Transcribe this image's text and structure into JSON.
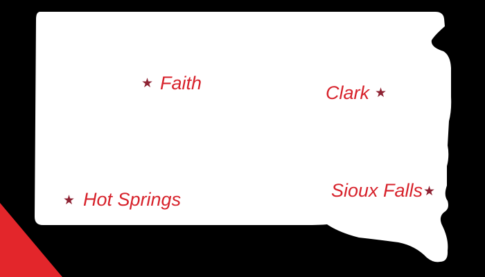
{
  "map": {
    "region": "South Dakota",
    "colors": {
      "background": "#000000",
      "state_fill": "#ffffff",
      "label": "#d7222b",
      "star": "#8e2333",
      "corner_accent": "#e3262b"
    },
    "marker_icon": "star-icon",
    "cities": [
      {
        "id": "faith",
        "name": "Faith",
        "star": "★"
      },
      {
        "id": "clark",
        "name": "Clark",
        "star": "★"
      },
      {
        "id": "hot-springs",
        "name": "Hot Springs",
        "star": "★"
      },
      {
        "id": "sioux-falls",
        "name": "Sioux Falls",
        "star": "★"
      }
    ]
  }
}
